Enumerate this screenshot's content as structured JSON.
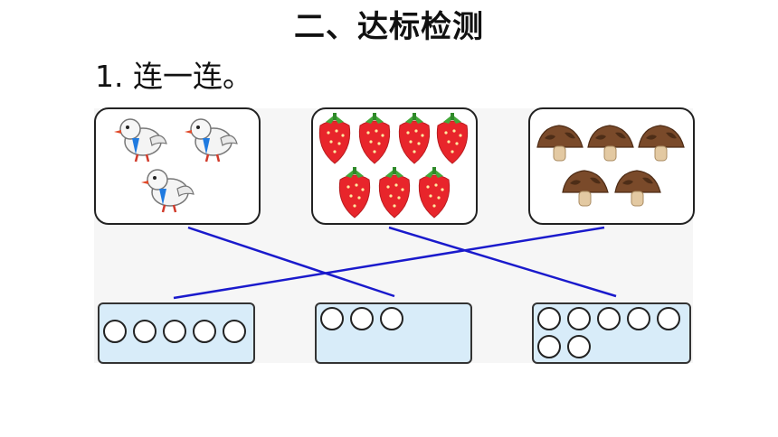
{
  "title": "二、达标检测",
  "question": "1. 连一连。",
  "colors": {
    "box_fill": "#d8ecf9",
    "connect_line": "#1a1acc",
    "strawberry": "#e8252b",
    "mushroom_cap": "#7a4a2a",
    "bird_tie": "#1f7ae0"
  },
  "picture_groups": [
    {
      "item": "bird",
      "icon": "bird-icon",
      "count": 3
    },
    {
      "item": "strawberry",
      "icon": "strawberry-icon",
      "count": 7
    },
    {
      "item": "mushroom",
      "icon": "mushroom-icon",
      "count": 5
    }
  ],
  "dot_groups": [
    {
      "count": 5
    },
    {
      "count": 3
    },
    {
      "count": 7
    }
  ],
  "connections": [
    {
      "picture_group": 1,
      "dot_group": 2
    },
    {
      "picture_group": 2,
      "dot_group": 3
    },
    {
      "picture_group": 3,
      "dot_group": 1
    }
  ]
}
